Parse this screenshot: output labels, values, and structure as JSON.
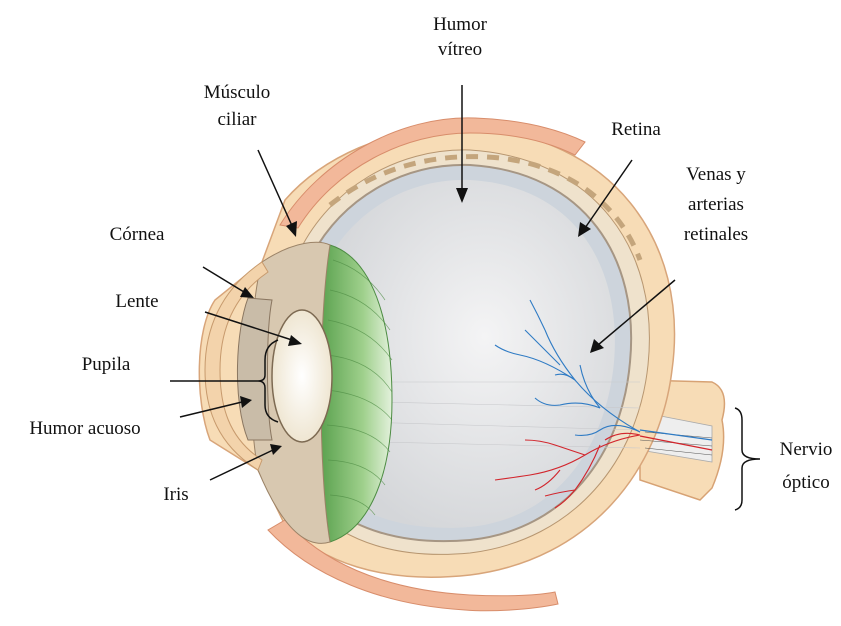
{
  "labels": {
    "humor_vitreo": [
      "Humor",
      "vítreo"
    ],
    "musculo_ciliar": [
      "Músculo",
      "ciliar"
    ],
    "retina": "Retina",
    "venas_arterias": [
      "Venas y",
      "arterias",
      "retinales"
    ],
    "cornea": "Córnea",
    "lente": "Lente",
    "pupila": "Pupila",
    "humor_acuoso": "Humor acuoso",
    "iris": "Iris",
    "nervio_optico": [
      "Nervio",
      "óptico"
    ]
  },
  "colors": {
    "sclera": "#f7dcb6",
    "sclera_edge": "#e7b98a",
    "choroid": "#efe2cc",
    "retina": "#cdd4dc",
    "vitreous": "#e4e5e7",
    "ciliary_body": "#7fb86d",
    "lens": "#fbf8ef",
    "iris": "#cfc3b2",
    "vein": "#2f7bc4",
    "artery": "#d2252c",
    "muscle": "#f2b89a"
  }
}
